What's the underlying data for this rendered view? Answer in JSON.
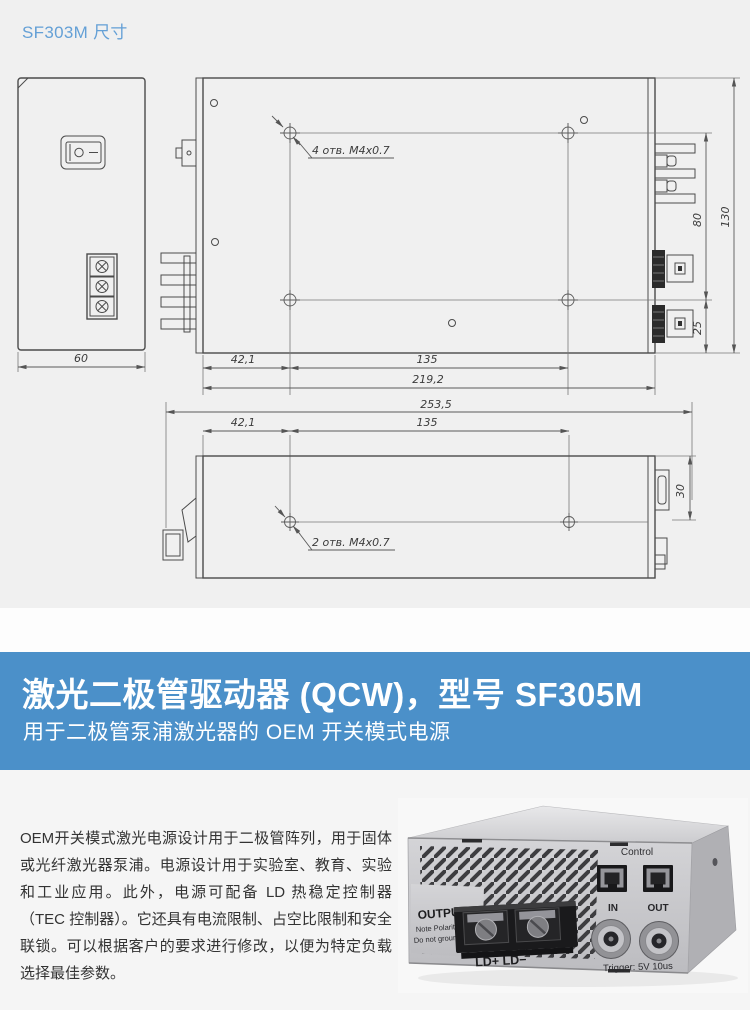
{
  "header": {
    "title": "SF303M 尺寸"
  },
  "drawing": {
    "front": {
      "width": "60"
    },
    "top": {
      "note": "4 отв. M4x0.7",
      "offset_x": "42,1",
      "hole_pitch_x": "135",
      "body_len": "219,2",
      "hole_pitch_y": "80",
      "height": "130",
      "offset_bottom": "25"
    },
    "side": {
      "total_len": "253,5",
      "offset_x": "42,1",
      "hole_pitch_x": "135",
      "note": "2 отв. M4x0.7",
      "panel_height": "30"
    }
  },
  "banner": {
    "title": "激光二极管驱动器 (QCW)，型号 SF305M",
    "subtitle": "用于二极管泵浦激光器的 OEM 开关模式电源",
    "bg_color": "#4b90c9"
  },
  "description": {
    "text": "OEM开关模式激光电源设计用于二极管阵列，用于固体或光纤激光器泵浦。电源设计用于实验室、教育、实验和工业应用。此外，电源可配备 LD 热稳定控制器（TEC 控制器）。它还具有电流限制、占空比限制和安全联锁。可以根据客户的要求进行修改，以便为特定负载选择最佳参数。"
  },
  "photo": {
    "output_label": "OUTPUT",
    "note_line1": "Note Polarity",
    "note_line2": "Do not groun",
    "ld_label": "LD+ LD−",
    "control_label": "Control",
    "in_label": "IN",
    "out_label": "OUT",
    "trigger_label": "Trigger: 5V 10us"
  },
  "colors": {
    "accent_blue": "#4b90c9",
    "header_blue": "#64a0d6"
  }
}
